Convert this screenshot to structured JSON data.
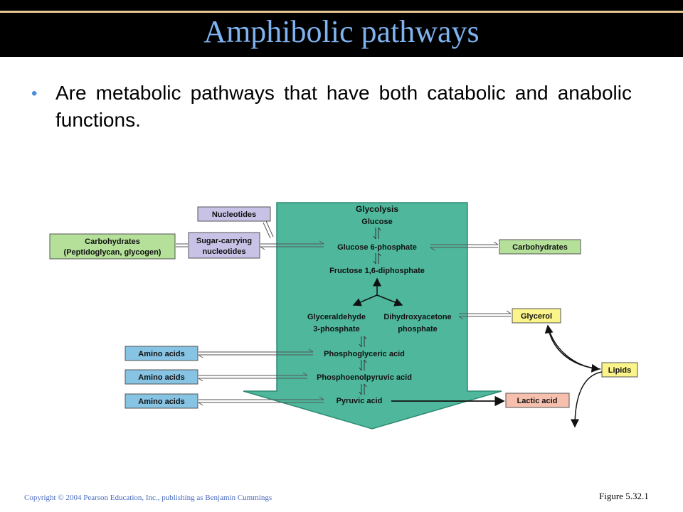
{
  "slide": {
    "title": "Amphibolic pathways",
    "bullet": "Are metabolic pathways that have both catabolic and anabolic functions.",
    "copyright": "Copyright © 2004 Pearson Education, Inc., publishing as Benjamin Cummings",
    "figure_ref": "Figure 5.32.1"
  },
  "diagram": {
    "colors": {
      "pathway": "#4fb79c",
      "nucleotides": "#c8c3e6",
      "carbohydrates": "#b5e09a",
      "amino": "#87c3e3",
      "glycerol": "#fbf48a",
      "lactic": "#f6bfae"
    },
    "pathway": {
      "glycolysis": "Glycolysis",
      "glucose": "Glucose",
      "g6p": "Glucose 6-phosphate",
      "f16dp": "Fructose 1,6-diphosphate",
      "gap1": "Glyceraldehyde",
      "gap2": "3-phosphate",
      "dhap1": "Dihydroxyacetone",
      "dhap2": "phosphate",
      "pga": "Phosphoglyceric acid",
      "pep": "Phosphoenolpyruvic acid",
      "pyruvic": "Pyruvic acid"
    },
    "boxes": {
      "nucleotides": "Nucleotides",
      "sugar1": "Sugar-carrying",
      "sugar2": "nucleotides",
      "carbs_left1": "Carbohydrates",
      "carbs_left2": "(Peptidoglycan, glycogen)",
      "carbs_right": "Carbohydrates",
      "glycerol": "Glycerol",
      "lipids": "Lipids",
      "lactic": "Lactic acid",
      "amino1": "Amino acids",
      "amino2": "Amino acids",
      "amino3": "Amino acids"
    }
  }
}
